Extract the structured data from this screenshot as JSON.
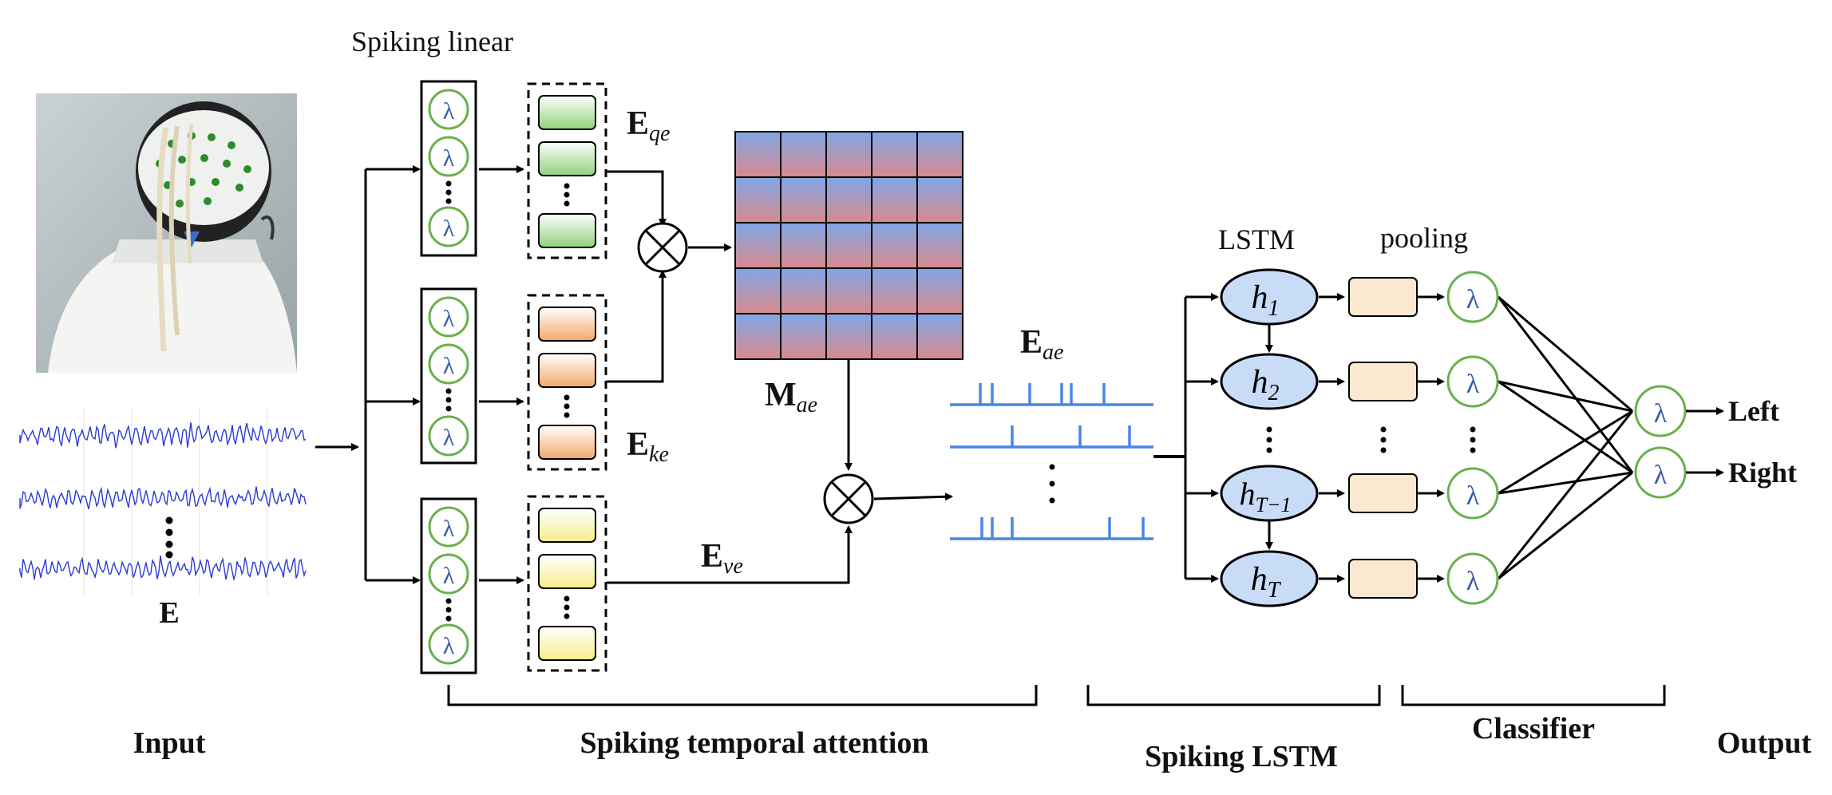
{
  "labels": {
    "spiking_linear": "Spiking linear",
    "input_matrix": "E",
    "eq_main": "E",
    "eq_sub": "qe",
    "ek_main": "E",
    "ek_sub": "ke",
    "ev_main": "E",
    "ev_sub": "ve",
    "mae_main": "M",
    "mae_sub": "ae",
    "eae_main": "E",
    "eae_sub": "ae",
    "lstm": "LSTM",
    "pooling": "pooling",
    "h1_main": "h",
    "h1_sub": "1",
    "h2_main": "h",
    "h2_sub": "2",
    "htm1_main": "h",
    "htm1_sub": "T−1",
    "ht_main": "h",
    "ht_sub": "T",
    "left": "Left",
    "right": "Right",
    "neuron_symbol": "λ"
  },
  "sections": {
    "input": "Input",
    "attention": "Spiking temporal attention",
    "lstm": "Spiking LSTM",
    "classifier": "Classifier",
    "output": "Output"
  },
  "colors": {
    "neuron_ring": "#6ab04c",
    "query_block": "#8fd17a",
    "key_block": "#f2a86b",
    "value_block": "#f5ee8a",
    "matrix_top": "#7fa6e6",
    "matrix_bottom": "#d98a8e",
    "spike_train": "#4a86e8",
    "lstm_node": "#c9dcf7",
    "pool_block": "#fbe8d0",
    "eeg_trace": "#2b3bd6"
  }
}
